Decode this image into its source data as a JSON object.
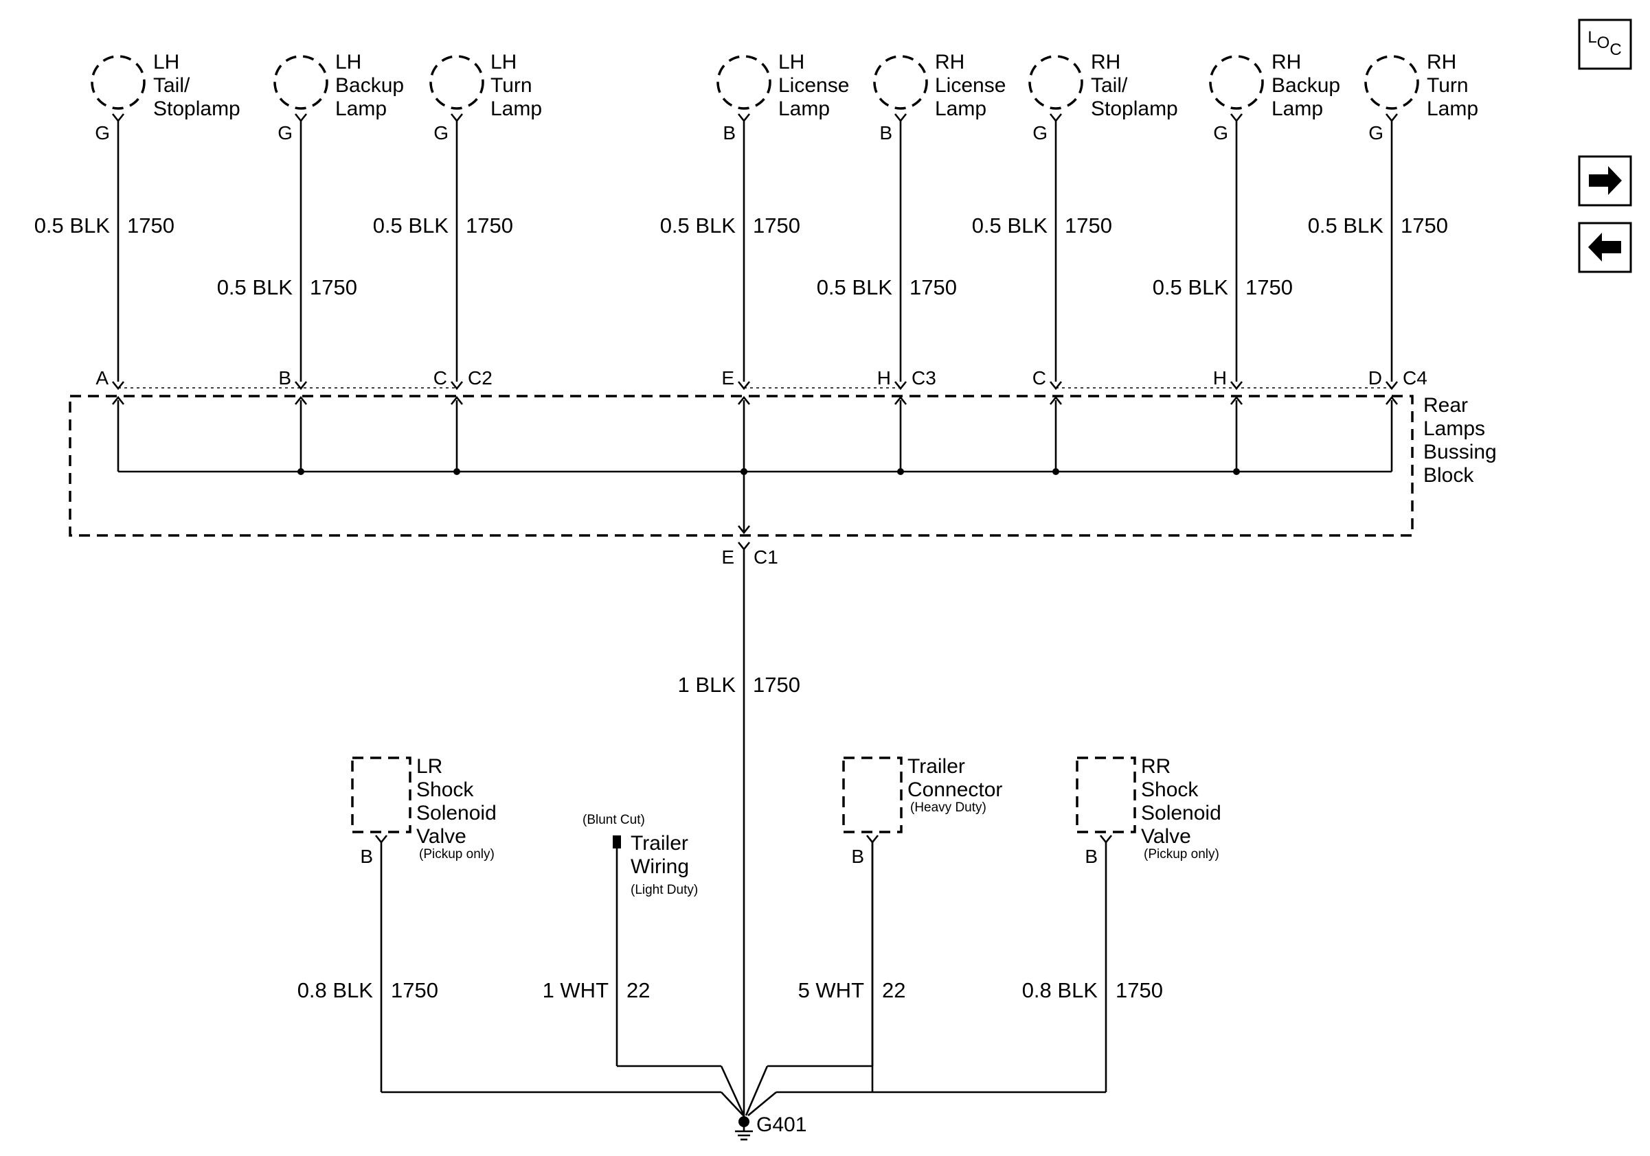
{
  "nav": {
    "loc_label": "LOC",
    "loc_letters": [
      "L",
      "O",
      "C"
    ],
    "next_icon": "arrow-right-icon",
    "prev_icon": "arrow-left-icon"
  },
  "lamps": [
    {
      "key": "lh-tail-stoplamp",
      "lines": [
        "LH",
        "Tail/",
        "Stoplamp"
      ],
      "terminal": "G",
      "wire_size": "0.5 BLK",
      "circuit": "1750",
      "pin": "A",
      "connector": ""
    },
    {
      "key": "lh-backup-lamp",
      "lines": [
        "LH",
        "Backup",
        "Lamp"
      ],
      "terminal": "G",
      "wire_size": "0.5 BLK",
      "circuit": "1750",
      "pin": "B",
      "connector": ""
    },
    {
      "key": "lh-turn-lamp",
      "lines": [
        "LH",
        "Turn",
        "Lamp"
      ],
      "terminal": "G",
      "wire_size": "0.5 BLK",
      "circuit": "1750",
      "pin": "C",
      "connector": "C2"
    },
    {
      "key": "lh-license-lamp",
      "lines": [
        "LH",
        "License",
        "Lamp"
      ],
      "terminal": "B",
      "wire_size": "0.5 BLK",
      "circuit": "1750",
      "pin": "E",
      "connector": ""
    },
    {
      "key": "rh-license-lamp",
      "lines": [
        "RH",
        "License",
        "Lamp"
      ],
      "terminal": "B",
      "wire_size": "0.5 BLK",
      "circuit": "1750",
      "pin": "H",
      "connector": "C3"
    },
    {
      "key": "rh-tail-stoplamp",
      "lines": [
        "RH",
        "Tail/",
        "Stoplamp"
      ],
      "terminal": "G",
      "wire_size": "0.5 BLK",
      "circuit": "1750",
      "pin": "C",
      "connector": ""
    },
    {
      "key": "rh-backup-lamp",
      "lines": [
        "RH",
        "Backup",
        "Lamp"
      ],
      "terminal": "G",
      "wire_size": "0.5 BLK",
      "circuit": "1750",
      "pin": "H",
      "connector": ""
    },
    {
      "key": "rh-turn-lamp",
      "lines": [
        "RH",
        "Turn",
        "Lamp"
      ],
      "terminal": "G",
      "wire_size": "0.5 BLK",
      "circuit": "1750",
      "pin": "D",
      "connector": "C4"
    }
  ],
  "bussing_block": {
    "lines": [
      "Rear",
      "Lamps",
      "Bussing",
      "Block"
    ],
    "out_pin": "E",
    "out_connector": "C1"
  },
  "trunk": {
    "wire_size": "1 BLK",
    "circuit": "1750"
  },
  "bottom": [
    {
      "key": "lr-shock-solenoid-valve",
      "lines": [
        "LR",
        "Shock",
        "Solenoid",
        "Valve"
      ],
      "note": "(Pickup only)",
      "terminal": "B",
      "wire_size": "0.8 BLK",
      "circuit": "1750"
    },
    {
      "key": "trailer-wiring",
      "pre_note": "(Blunt Cut)",
      "lines": [
        "Trailer",
        "Wiring"
      ],
      "note": "(Light Duty)",
      "terminal": "",
      "wire_size": "1 WHT",
      "circuit": "22"
    },
    {
      "key": "trailer-connector",
      "lines": [
        "Trailer",
        "Connector"
      ],
      "note": "(Heavy Duty)",
      "terminal": "B",
      "wire_size": "5 WHT",
      "circuit": "22"
    },
    {
      "key": "rr-shock-solenoid-valve",
      "lines": [
        "RR",
        "Shock",
        "Solenoid",
        "Valve"
      ],
      "note": "(Pickup only)",
      "terminal": "B",
      "wire_size": "0.8 BLK",
      "circuit": "1750"
    }
  ],
  "ground": {
    "label": "G401"
  }
}
